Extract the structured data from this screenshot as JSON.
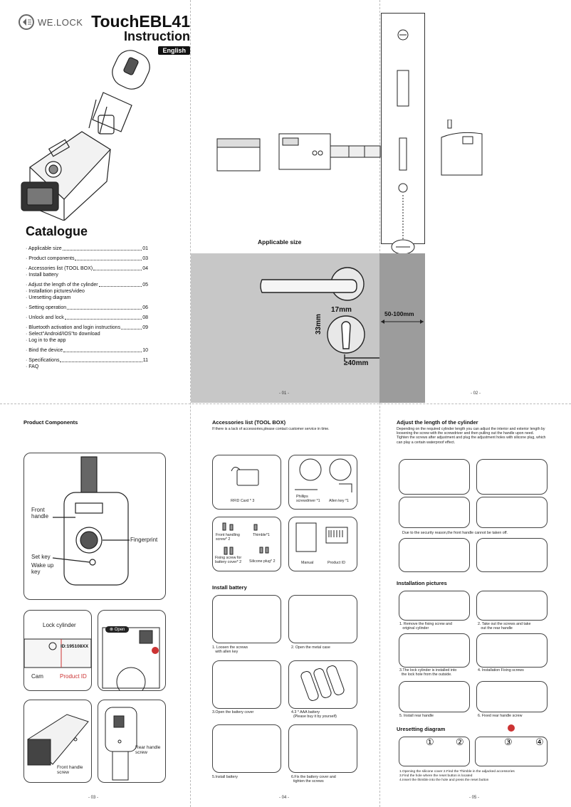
{
  "cover": {
    "brand": "WE.LOCK",
    "model": "TouchEBL41",
    "subtitle": "Instruction",
    "language": "English"
  },
  "catalogue": {
    "title": "Catalogue",
    "items": [
      {
        "label": "· Applicable size ",
        "page": "01"
      },
      {
        "label": "· Product components ",
        "page": "03"
      },
      {
        "label": "· Accessories list (TOOL BOX)",
        "page": "04"
      },
      {
        "label": "· Install battery",
        "page": ""
      },
      {
        "label": "· Adjust the length of the cylinder",
        "page": "05"
      },
      {
        "label": "· Installation pictures/video",
        "page": ""
      },
      {
        "label": "· Uresetting diagram",
        "page": ""
      },
      {
        "label": "· Setting operation",
        "page": "06"
      },
      {
        "label": "· Unlock and lock",
        "page": "08"
      },
      {
        "label": "· Bluetooth activation and login instructions",
        "page": "09"
      },
      {
        "label": "· Select\"Android/IOS\"to download",
        "page": ""
      },
      {
        "label": "· Log in to the app",
        "page": ""
      },
      {
        "label": "· Bind the device",
        "page": "10"
      },
      {
        "label": "· Specifications",
        "page": "11"
      },
      {
        "label": "· FAQ",
        "page": ""
      }
    ]
  },
  "applicable_size": {
    "title": "Applicable size",
    "d1": "17mm",
    "d2": "33mm",
    "d3": "≥40mm",
    "d4": "50-100mm",
    "page1": "- 01 -",
    "page2": "- 02 -"
  },
  "components": {
    "title": "Product Components",
    "front_handle": "Front\nhandle",
    "fingerprint": "Fingerprint",
    "set_key": "Set key",
    "wake_up_key": "Wake up\nkey",
    "lock_cylinder": "Lock cylinder",
    "cam": "Cam",
    "product_id": "Product ID",
    "id_code": "ID:195108XX",
    "open": "Open",
    "rear_handle_screw": "Rear handle\nscrew",
    "front_handle_screw": "Front handle\nscrew",
    "page": "- 03 -"
  },
  "accessories": {
    "title": "Accessories list (TOOL BOX)",
    "note": "If there is a lack of accessories,please contact customer service in time.",
    "rfid": "RFID Card * 3",
    "phillips": "Phillips\nscrewdriver *1",
    "allen": "Allen key *1",
    "front_screw": "Front handling\nscrew* 2",
    "thimble": "Thimble*1",
    "fixing": "Fixing screw for\nbattery cover* 2",
    "silicone": "Silicone plug* 2",
    "manual": "Manual",
    "pid": "Product ID"
  },
  "battery": {
    "title": "Install battery",
    "s1": "1. Loosen the screws\n   with allen key",
    "s2": "2. Open the metal case",
    "s3": "3.Open the battery cover",
    "s4": "4.3 * AAA battery\n  (Please buy it by yourself)",
    "s5": "5.Install battery",
    "s6": "6.Fix the battery cover and\n  tighten the screws",
    "page": "- 04 -"
  },
  "cylinder": {
    "title": "Adjust the length of the cylinder",
    "body": "Depending on the required cylinder length you can adjust the interior and exterior length by loosening the screw with the screwdriver and then pulling out the handle upon need.\nTighten the screws after adjustment and plug the adjustment holes with silicone plug, which can play a certain waterproof effect.",
    "note": "Due to the security reason,the front handle cannot be taken off."
  },
  "install": {
    "title": "Installation pictures",
    "s1": "1. Remove the fixing screw and\n   original cylinder",
    "s2": "2. Take out the screws and take\n   out the rear handle",
    "s3": "3.The lock cylinder is installed into\n  the lock hole from the outside.",
    "s4": "4. Installation Fixing screws",
    "s5": "5. Install rear handle",
    "s6": "6. Fixed rear handle screw"
  },
  "reset": {
    "title": "Uresetting diagram",
    "n1": "①",
    "n2": "②",
    "n3": "③",
    "n4": "④",
    "notes": "1.Opening the silicone cover        2.Find the Thimble in the adjacked accessories\n3.Find the hole where the reset button is located\n4.Insert the thimble into the hole and press the reset button",
    "page": "- 05 -"
  }
}
